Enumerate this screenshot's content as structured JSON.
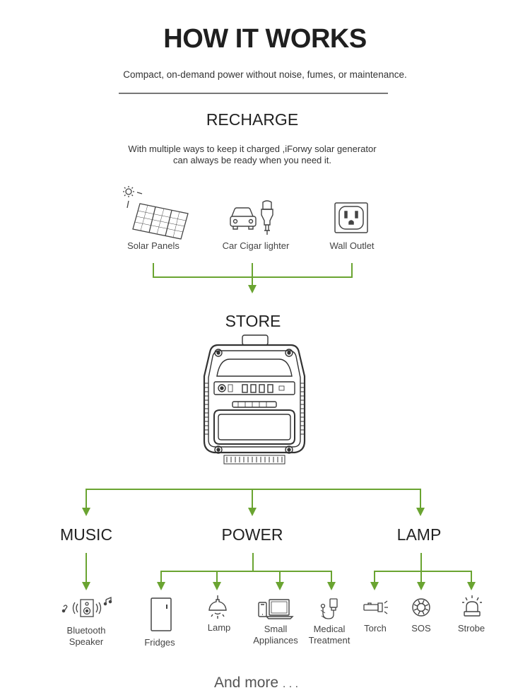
{
  "header": {
    "title": "HOW IT WORKS",
    "subtitle": "Compact, on-demand power without noise, fumes, or maintenance."
  },
  "recharge": {
    "title": "RECHARGE",
    "desc_line1": "With multiple ways to keep it charged ,iForwy solar generator",
    "desc_line2": "can always be ready when you need it.",
    "sources": [
      {
        "label": "Solar Panels",
        "icon": "solar-panel-icon"
      },
      {
        "label": "Car Cigar lighter",
        "icon": "car-charger-icon"
      },
      {
        "label": "Wall Outlet",
        "icon": "wall-outlet-icon"
      }
    ]
  },
  "store": {
    "title": "STORE",
    "icon": "power-station-icon"
  },
  "outputs": {
    "music": {
      "title": "MUSIC",
      "items": [
        {
          "label_line1": "Bluetooth",
          "label_line2": "Speaker",
          "icon": "speaker-icon"
        }
      ]
    },
    "power": {
      "title": "POWER",
      "items": [
        {
          "label_line1": "Fridges",
          "label_line2": "",
          "icon": "fridge-icon"
        },
        {
          "label_line1": "Lamp",
          "label_line2": "",
          "icon": "ceiling-lamp-icon"
        },
        {
          "label_line1": "Small",
          "label_line2": "Appliances",
          "icon": "laptop-phone-icon"
        },
        {
          "label_line1": "Medical",
          "label_line2": "Treatment",
          "icon": "medical-device-icon"
        }
      ]
    },
    "lamp": {
      "title": "LAMP",
      "items": [
        {
          "label_line1": "Torch",
          "label_line2": "",
          "icon": "torch-icon"
        },
        {
          "label_line1": "SOS",
          "label_line2": "",
          "icon": "sos-icon"
        },
        {
          "label_line1": "Strobe",
          "label_line2": "",
          "icon": "strobe-icon"
        }
      ]
    }
  },
  "footer": {
    "more_text": "And more",
    "ellipsis": ". . ."
  },
  "colors": {
    "arrow": "#6aa431",
    "text": "#222222",
    "icon_stroke": "#444444"
  }
}
